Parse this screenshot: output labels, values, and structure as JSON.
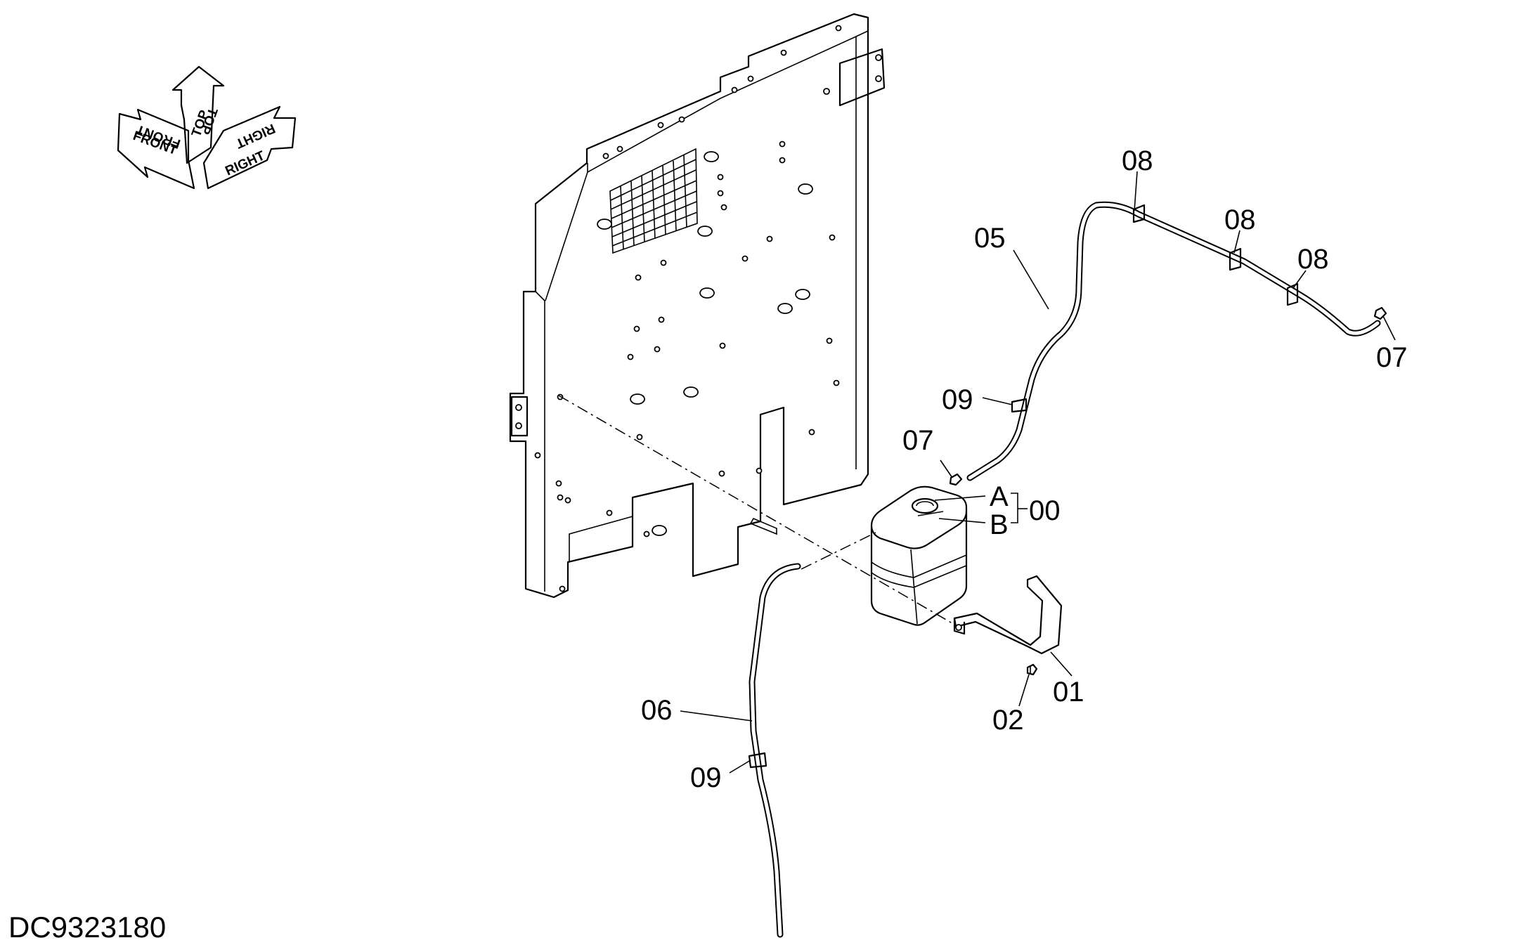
{
  "drawing": {
    "doc_id": "DC9323180",
    "orientation": {
      "front": "FRONT",
      "top": "TOP",
      "right": "RIGHT"
    },
    "callouts": [
      {
        "id": "00",
        "label": "00"
      },
      {
        "id": "01",
        "label": "01"
      },
      {
        "id": "02",
        "label": "02"
      },
      {
        "id": "05",
        "label": "05"
      },
      {
        "id": "06",
        "label": "06"
      },
      {
        "id": "07a",
        "label": "07"
      },
      {
        "id": "07b",
        "label": "07"
      },
      {
        "id": "08a",
        "label": "08"
      },
      {
        "id": "08b",
        "label": "08"
      },
      {
        "id": "08c",
        "label": "08"
      },
      {
        "id": "09a",
        "label": "09"
      },
      {
        "id": "09b",
        "label": "09"
      },
      {
        "id": "A",
        "label": "A"
      },
      {
        "id": "B",
        "label": "B"
      }
    ]
  }
}
